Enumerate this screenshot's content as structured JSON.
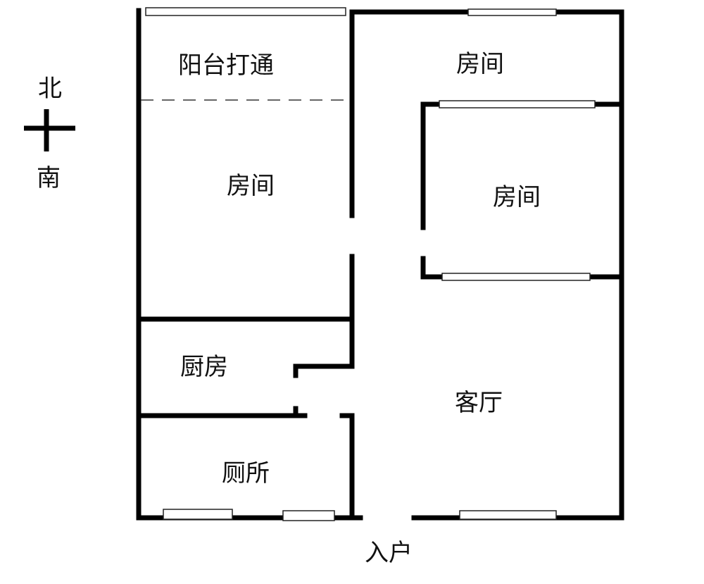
{
  "compass": {
    "north": "北",
    "south": "南"
  },
  "rooms": {
    "balcony": "阳台打通",
    "room_west": "房间",
    "room_north": "房间",
    "room_middle": "房间",
    "kitchen": "厨房",
    "toilet": "厕所",
    "living_room": "客厅"
  },
  "entrance": "入户"
}
